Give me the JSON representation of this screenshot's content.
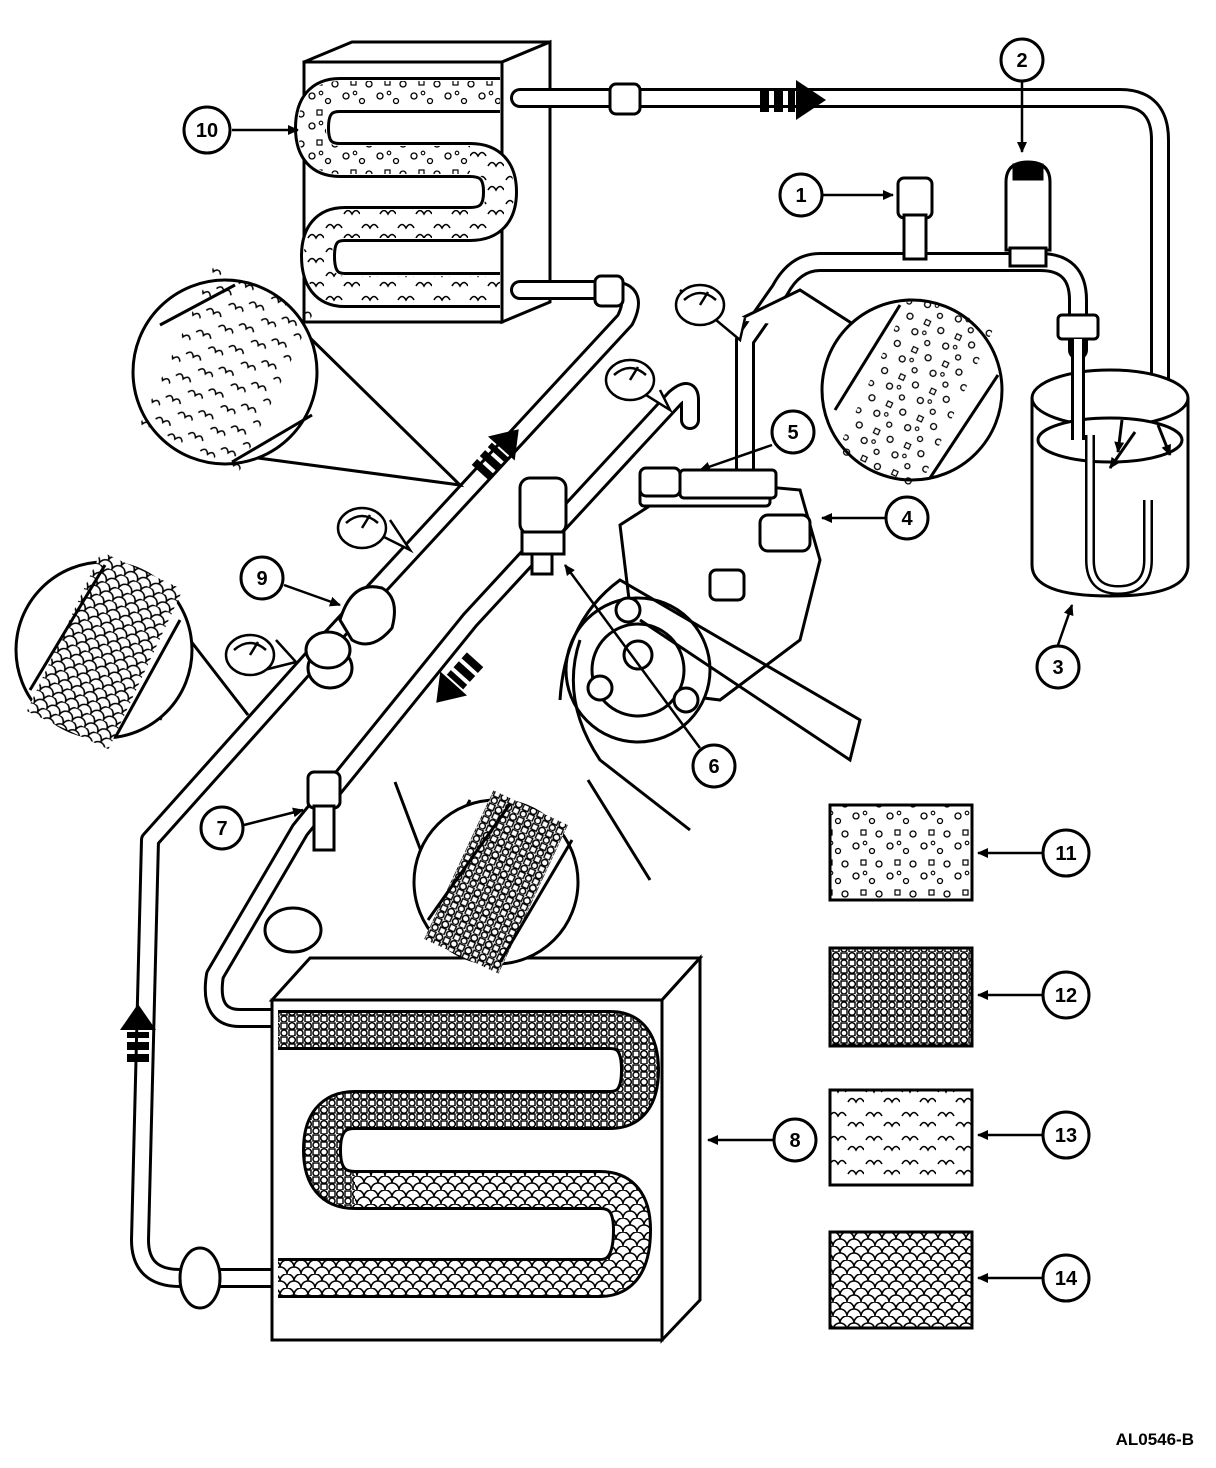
{
  "figure": {
    "id_label": "AL0546-B",
    "line_color": "#000000",
    "background": "#ffffff"
  },
  "callouts": [
    {
      "number": "1",
      "part": "service-valve-high"
    },
    {
      "number": "2",
      "part": "pressure-switch-top"
    },
    {
      "number": "3",
      "part": "accumulator"
    },
    {
      "number": "4",
      "part": "compressor"
    },
    {
      "number": "5",
      "part": "compressor-manifold"
    },
    {
      "number": "6",
      "part": "compressor-clutch"
    },
    {
      "number": "7",
      "part": "service-valve-low"
    },
    {
      "number": "8",
      "part": "evaporator"
    },
    {
      "number": "9",
      "part": "orifice-tube"
    },
    {
      "number": "10",
      "part": "condenser"
    },
    {
      "number": "11",
      "part": "legend-low-pressure-vapor"
    },
    {
      "number": "12",
      "part": "legend-high-pressure-vapor"
    },
    {
      "number": "13",
      "part": "legend-high-pressure-liquid"
    },
    {
      "number": "14",
      "part": "legend-low-pressure-liquid"
    }
  ],
  "icons": [
    "pressure-gauge-icon",
    "flow-arrow-icon"
  ]
}
